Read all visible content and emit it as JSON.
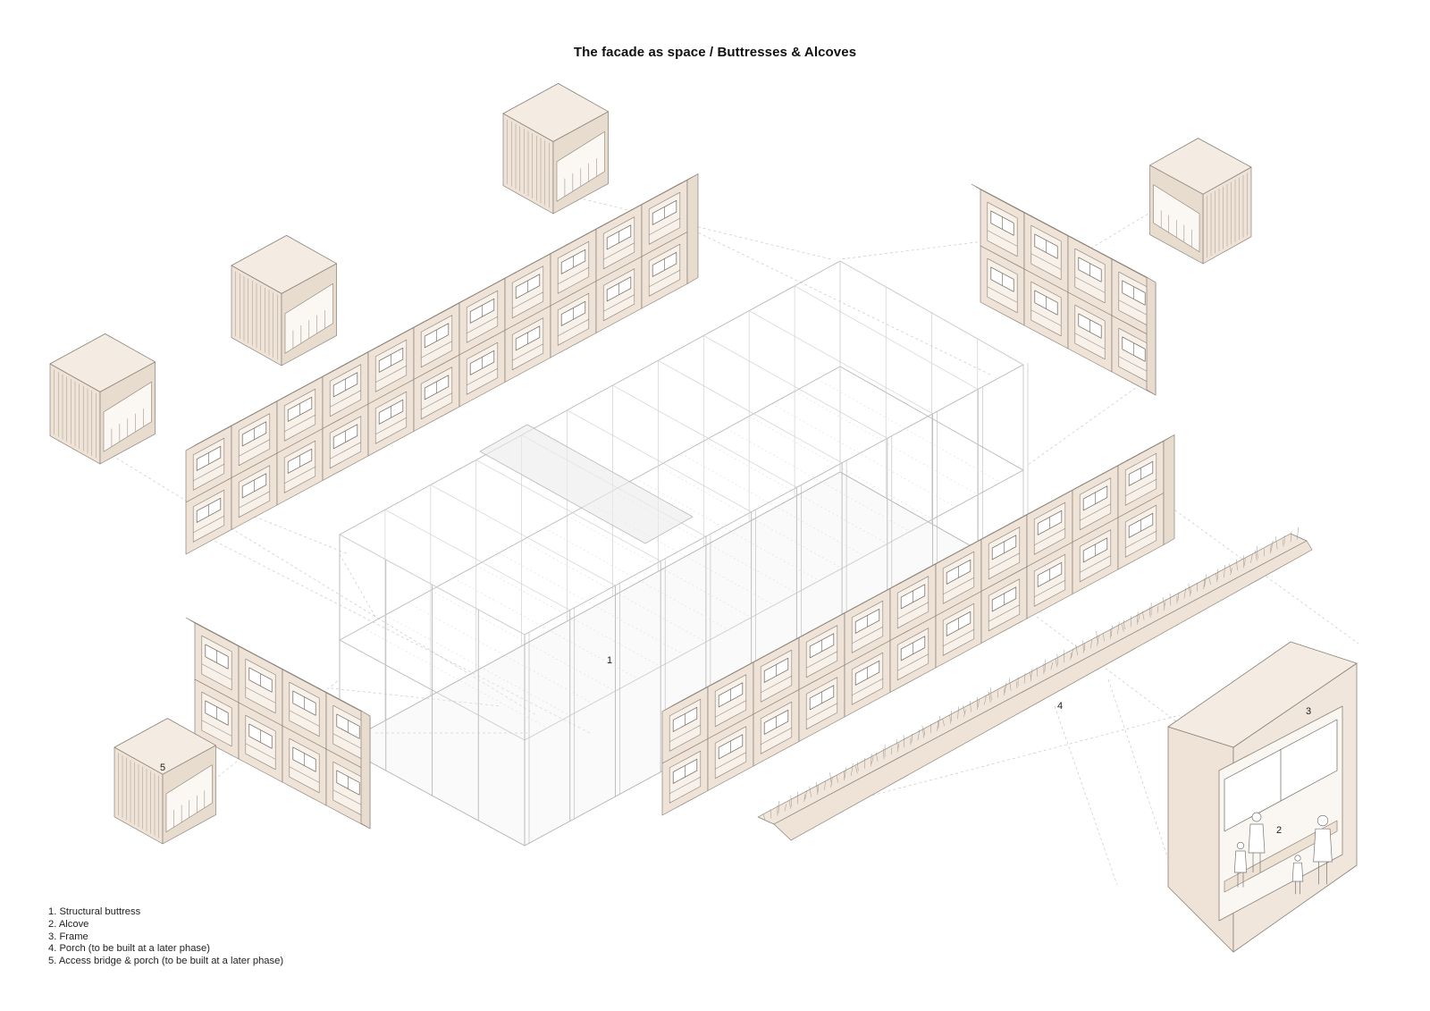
{
  "title": "The facade as space / Buttresses & Alcoves",
  "callouts": {
    "c1": "1",
    "c2": "2",
    "c3": "3",
    "c4": "4",
    "c5": "5"
  },
  "legend": [
    "1. Structural buttress",
    "2. Alcove",
    "3. Frame",
    "4. Porch (to be built at a later phase)",
    "5. Access bridge & porch (to be built at a later phase)"
  ],
  "colors": {
    "module_top": "#f4ebe2",
    "module_front": "#efe3d7",
    "module_side": "#e8dccf",
    "line": "#8a8178",
    "frame_line": "#b9b9b9",
    "guide": "#c8c8c8"
  }
}
